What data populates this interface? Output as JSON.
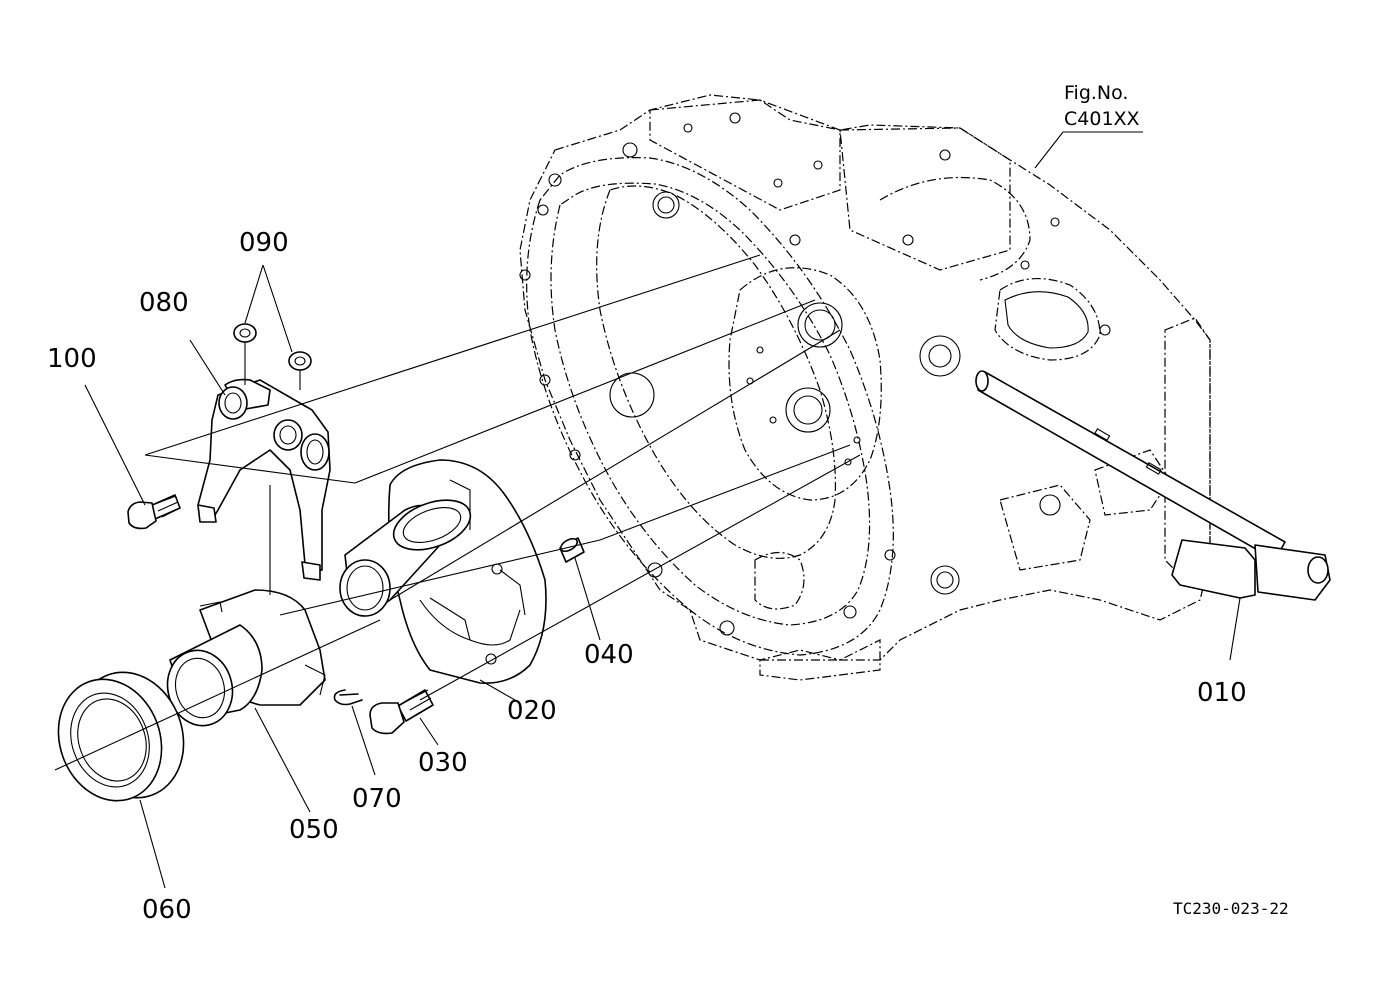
{
  "figure": {
    "fig_no_label": "Fig.No.",
    "fig_no_value": "C401XX",
    "drawing_code": "TC230-023-22"
  },
  "callouts": [
    {
      "id": "010",
      "label": "010"
    },
    {
      "id": "020",
      "label": "020"
    },
    {
      "id": "030",
      "label": "030"
    },
    {
      "id": "040",
      "label": "040"
    },
    {
      "id": "050",
      "label": "050"
    },
    {
      "id": "060",
      "label": "060"
    },
    {
      "id": "070",
      "label": "070"
    },
    {
      "id": "080",
      "label": "080"
    },
    {
      "id": "090",
      "label": "090"
    },
    {
      "id": "100",
      "label": "100"
    }
  ]
}
